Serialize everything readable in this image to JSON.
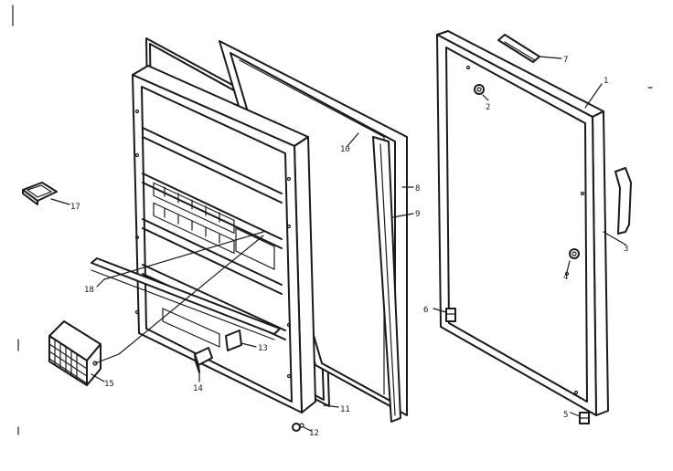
{
  "labels": {
    "p1": "1",
    "p2": "2",
    "p3": "3",
    "p4": "4",
    "p5": "5",
    "p6": "6",
    "p7": "7",
    "p8": "8",
    "p9": "9",
    "p10": "10",
    "p11": "11",
    "p12": "12",
    "p13": "13",
    "p14": "14",
    "p15": "15",
    "p17": "17",
    "p18": "18"
  },
  "colors": {
    "ink": "#1a1a1a",
    "paper": "#ffffff"
  }
}
